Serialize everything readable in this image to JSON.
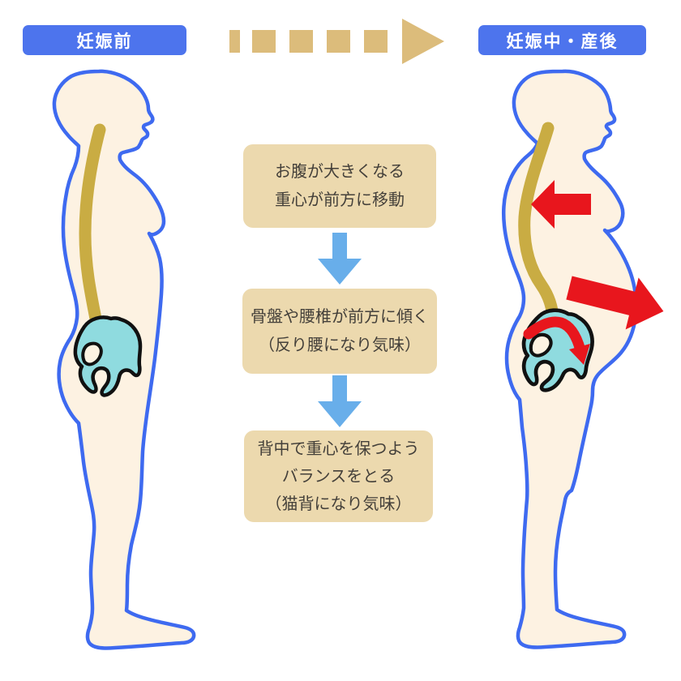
{
  "header": {
    "left_label": "妊娠前",
    "right_label": "妊娠中・産後"
  },
  "flow": {
    "steps": [
      {
        "lines": [
          "お腹が大きくなる",
          "重心が前方に移動"
        ]
      },
      {
        "lines": [
          "骨盤や腰椎が前方に傾く",
          "（反り腰になり気味）"
        ]
      },
      {
        "lines": [
          "背中で重心を保つよう",
          "バランスをとる",
          "（猫背になり気味）"
        ]
      }
    ]
  },
  "figures": {
    "left": "standing side silhouette before pregnancy with straight spine and level pelvis",
    "right": "standing side silhouette during pregnancy/postpartum with swayback spine, tilted pelvis, forward belly"
  },
  "icons": [
    "dashed-transition-arrow-icon",
    "down-arrow-icon",
    "down-arrow-icon",
    "red-force-arrow-left-icon",
    "red-force-arrow-right-icon",
    "red-rotation-arrow-icon"
  ],
  "colors": {
    "background": "#ffffff",
    "label_bg": "#4d74ed",
    "label_text": "#ffffff",
    "outline_blue": "#3e6af0",
    "skin": "#fdf2e2",
    "spine_gold": "#c9ac43",
    "pelvis_cyan": "#8fdbdf",
    "pelvis_outline": "#111111",
    "box_bg": "#ecd9ae",
    "box_text": "#44403a",
    "flow_arrow_blue": "#68aeea",
    "force_arrow_red": "#e8161d",
    "transition_arrow_tan": "#dcbc7b"
  }
}
